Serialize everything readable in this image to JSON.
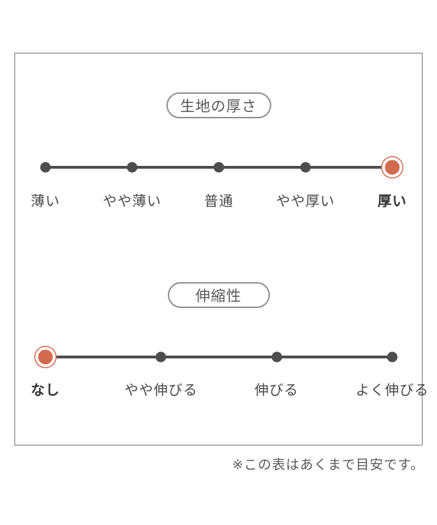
{
  "page": {
    "background": "#ffffff",
    "note": "※この表はあくまで目安です。"
  },
  "colors": {
    "accent": "#d26a50",
    "track": "#4d4d4d",
    "label_text": "#474747",
    "pill_text": "#595959",
    "pill_border": "#8f8f8f",
    "box_border": "#b3b3b3",
    "note_text": "#595959"
  },
  "chart_data": [
    {
      "type": "scale",
      "title": "生地の厚さ",
      "categories": [
        "薄い",
        "やや薄い",
        "普通",
        "やや厚い",
        "厚い"
      ],
      "selected_index": 4,
      "selected_label": "厚い",
      "marker_color": "#d26a50",
      "legend_position": "none",
      "grid": false
    },
    {
      "type": "scale",
      "title": "伸縮性",
      "categories": [
        "なし",
        "やや伸びる",
        "伸びる",
        "よく伸びる"
      ],
      "selected_index": 0,
      "selected_label": "なし",
      "marker_color": "#d26a50",
      "legend_position": "none",
      "grid": false
    }
  ]
}
